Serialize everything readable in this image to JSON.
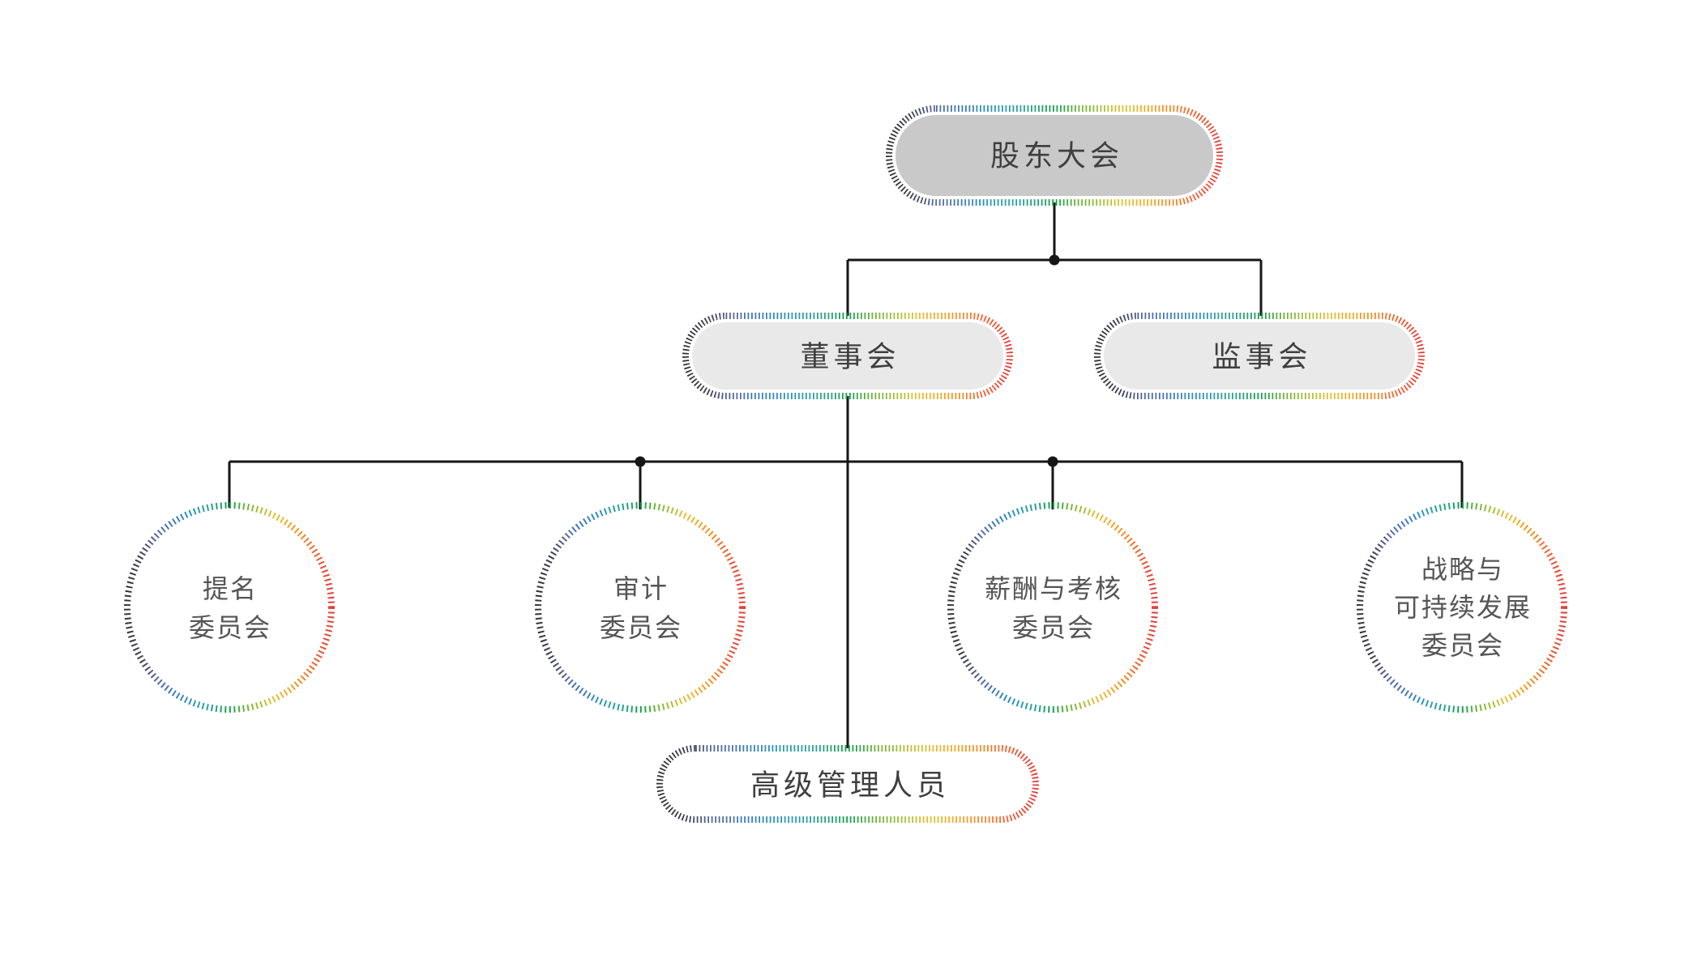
{
  "nodes": {
    "shareholders": {
      "label": "股东大会"
    },
    "board": {
      "label": "董事会"
    },
    "supervisory": {
      "label": "监事会"
    },
    "senior_management": {
      "label": "高级管理人员"
    },
    "nomination": {
      "lines": [
        "提名",
        "委员会"
      ]
    },
    "audit": {
      "lines": [
        "审计",
        "委员会"
      ]
    },
    "compensation": {
      "lines": [
        "薪酬与考核",
        "委员会"
      ]
    },
    "strategy": {
      "lines": [
        "战略与",
        "可持续发展",
        "委员会"
      ]
    }
  },
  "hierarchy": {
    "edges": [
      [
        "股东大会",
        "董事会"
      ],
      [
        "股东大会",
        "监事会"
      ],
      [
        "董事会",
        "提名委员会"
      ],
      [
        "董事会",
        "审计委员会"
      ],
      [
        "董事会",
        "薪酬与考核委员会"
      ],
      [
        "董事会",
        "战略与可持续发展委员会"
      ],
      [
        "董事会",
        "高级管理人员"
      ]
    ]
  },
  "colors": {
    "fill_dark_gray": "#c9c9c9",
    "fill_light_gray": "#e9e9e9",
    "fill_white": "#ffffff",
    "label_text": "#3f3f3f",
    "circle_text": "#555555",
    "connector": "#161616",
    "spectrum": [
      "#333333",
      "#3f4252",
      "#5a6a9e",
      "#4379bd",
      "#2e8fc0",
      "#2b9fae",
      "#27a383",
      "#12a150",
      "#6cb23c",
      "#a5bf37",
      "#e4c233",
      "#f0ab25",
      "#f08c28",
      "#ec5f31",
      "#e63d3a"
    ]
  }
}
